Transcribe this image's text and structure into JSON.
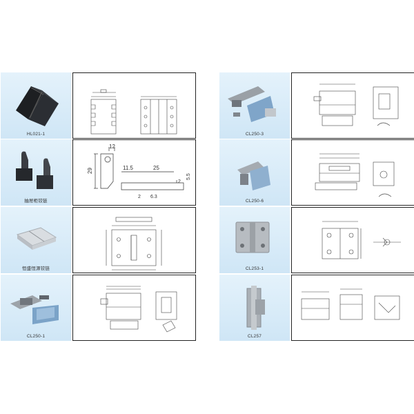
{
  "products": {
    "left": [
      {
        "label": "HL021-1"
      },
      {
        "label": "抽屉柜铰链"
      },
      {
        "label": "恒盛恒源铰链"
      },
      {
        "label": "CL250-1"
      }
    ],
    "right": [
      {
        "label": "CL250-3"
      },
      {
        "label": "CL250-6"
      },
      {
        "label": "CL253-1"
      },
      {
        "label": "CL257"
      }
    ]
  },
  "drawing_dims": {
    "d2": {
      "a": "12",
      "b": "29",
      "c": "11.5",
      "d": "25",
      "e": "2",
      "f": "5.5",
      "g": "2",
      "h": "6.3"
    }
  },
  "colors": {
    "photo_bg": "#d6ebf8",
    "border": "#222222",
    "hinge_metal": "#b9bec4",
    "hinge_dark": "#2a2d31"
  }
}
